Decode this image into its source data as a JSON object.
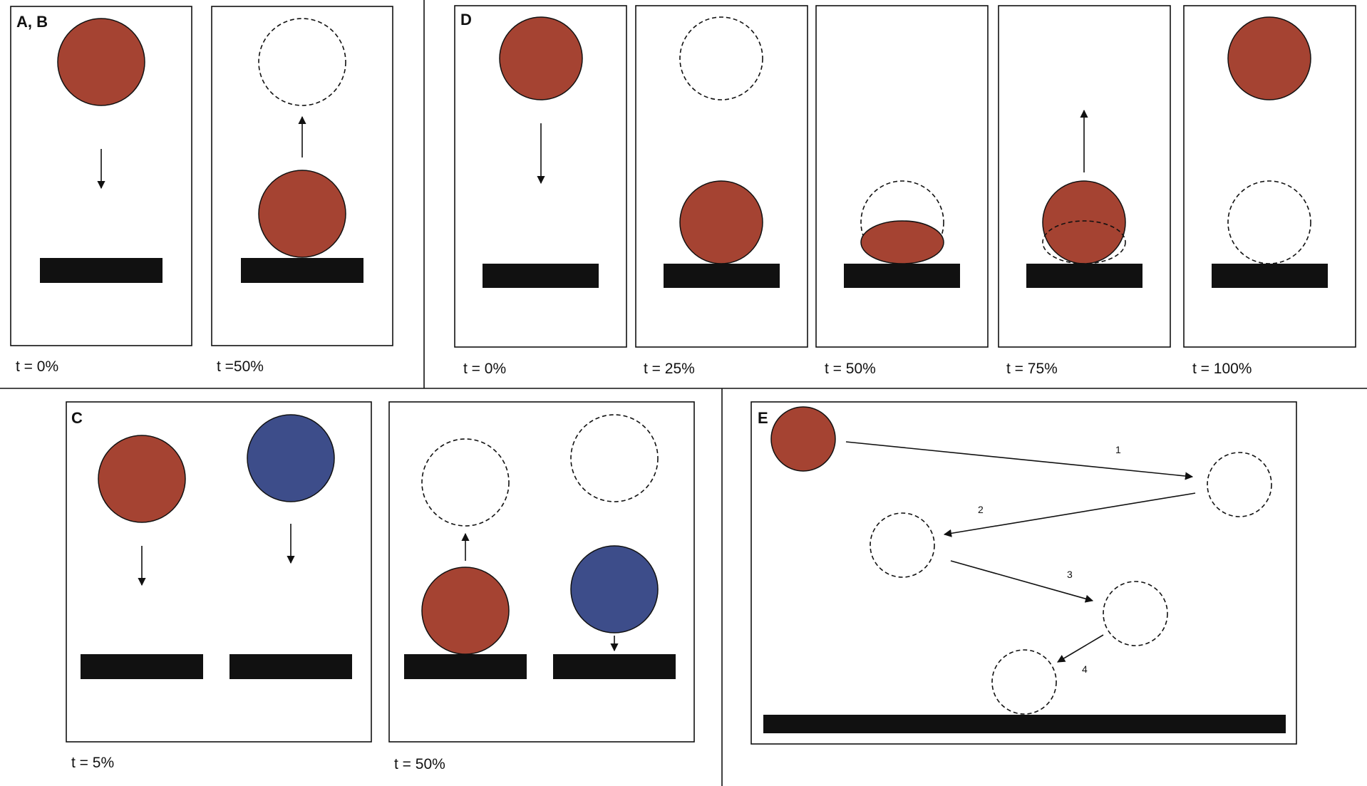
{
  "panels": {
    "ab": {
      "label": "A, B",
      "captions": [
        "t = 0%",
        "t =50%"
      ]
    },
    "d": {
      "label": "D",
      "captions": [
        "t = 0%",
        "t = 25%",
        "t = 50%",
        "t = 75%",
        "t = 100%"
      ]
    },
    "c": {
      "label": "C",
      "captions": [
        "t = 5%",
        "t = 50%"
      ]
    },
    "e": {
      "label": "E",
      "steps": [
        "1",
        "2",
        "3",
        "4"
      ]
    }
  },
  "colors": {
    "ball_red": "#a54332",
    "ball_blue": "#3d4d8a",
    "surface": "#111111",
    "outline": "#111111"
  }
}
